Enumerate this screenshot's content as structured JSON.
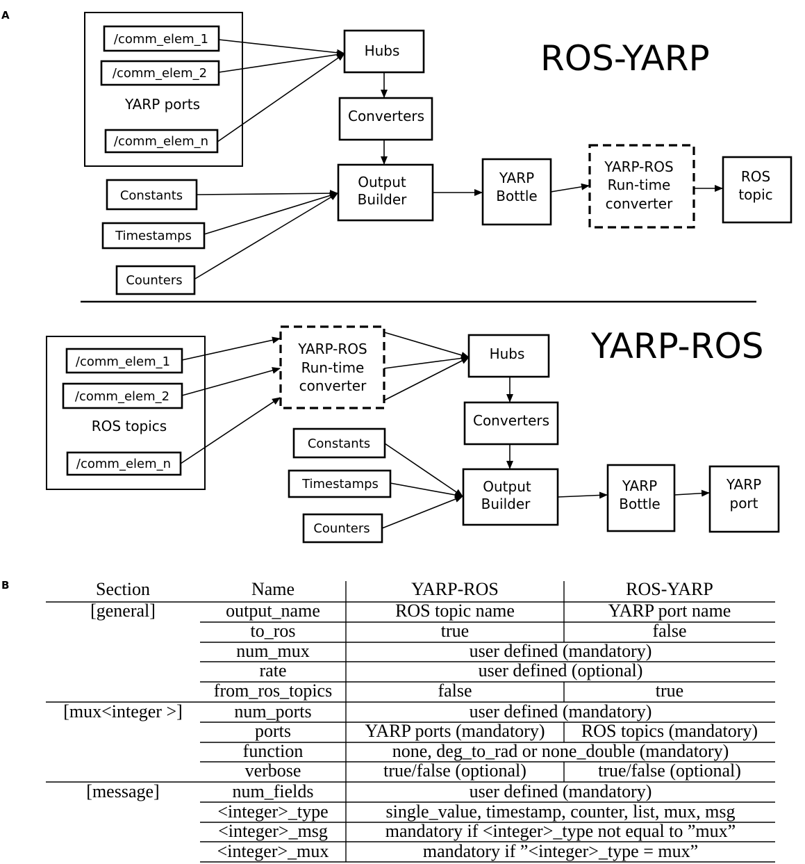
{
  "panel_a": {
    "label": "A",
    "ros_yarp": {
      "title": "ROS-YARP",
      "group_label": "YARP ports",
      "ports": [
        "/comm_elem_1",
        "/comm_elem_2",
        "/comm_elem_n"
      ],
      "hubs": "Hubs",
      "converters": "Converters",
      "output_builder": [
        "Output",
        "Builder"
      ],
      "constants": "Constants",
      "timestamps": "Timestamps",
      "counters": "Counters",
      "bottle": [
        "YARP",
        "Bottle"
      ],
      "runtime_converter": [
        "YARP-ROS",
        "Run-time",
        "converter"
      ],
      "sink": [
        "ROS",
        "topic"
      ]
    },
    "yarp_ros": {
      "title": "YARP-ROS",
      "group_label": "ROS topics",
      "topics": [
        "/comm_elem_1",
        "/comm_elem_2",
        "/comm_elem_n"
      ],
      "runtime_converter": [
        "YARP-ROS",
        "Run-time",
        "converter"
      ],
      "hubs": "Hubs",
      "converters": "Converters",
      "constants": "Constants",
      "timestamps": "Timestamps",
      "counters": "Counters",
      "output_builder": [
        "Output",
        "Builder"
      ],
      "bottle": [
        "YARP",
        "Bottle"
      ],
      "sink": [
        "YARP",
        "port"
      ]
    }
  },
  "panel_b": {
    "label": "B",
    "headers": [
      "Section",
      "Name",
      "YARP-ROS",
      "ROS-YARP"
    ],
    "rows": [
      {
        "section": "[general]",
        "name": "output_name",
        "yarp_ros": "ROS topic name",
        "ros_yarp": "YARP port name"
      },
      {
        "section": "",
        "name": "to_ros",
        "yarp_ros": "true",
        "ros_yarp": "false"
      },
      {
        "section": "",
        "name": "num_mux",
        "merged": "user defined (mandatory)"
      },
      {
        "section": "",
        "name": "rate",
        "merged": "user defined (optional)"
      },
      {
        "section": "",
        "name": "from_ros_topics",
        "yarp_ros": "false",
        "ros_yarp": "true"
      },
      {
        "section": "[mux<integer >]",
        "name": "num_ports",
        "merged": "user defined (mandatory)"
      },
      {
        "section": "",
        "name": "ports",
        "yarp_ros": "YARP ports (mandatory)",
        "ros_yarp": "ROS topics (mandatory)"
      },
      {
        "section": "",
        "name": "function",
        "merged": "none, deg_to_rad or none_double (mandatory)"
      },
      {
        "section": "",
        "name": "verbose",
        "yarp_ros": "true/false (optional)",
        "ros_yarp": "true/false (optional)"
      },
      {
        "section": "[message]",
        "name": "num_fields",
        "merged": "user defined (mandatory)"
      },
      {
        "section": "",
        "name": "<integer>_type",
        "merged": "single_value, timestamp, counter, list, mux, msg"
      },
      {
        "section": "",
        "name": "<integer>_msg",
        "merged": "mandatory if <integer>_type not equal to ”mux”"
      },
      {
        "section": "",
        "name": "<integer>_mux",
        "merged": "mandatory if ”<integer>_type = mux”"
      }
    ]
  }
}
